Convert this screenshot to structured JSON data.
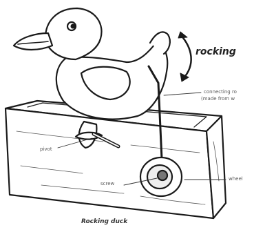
{
  "labels": {
    "rocking": "rocking",
    "connecting_rod_line1": "connecting ro",
    "connecting_rod_line2": "(made from w",
    "pivot": "pivot",
    "screw": "screw",
    "wheel": "wheel",
    "caption": "Rocking duck"
  },
  "colors": {
    "ink": "#1a1a1a",
    "fill": "#ffffff"
  }
}
